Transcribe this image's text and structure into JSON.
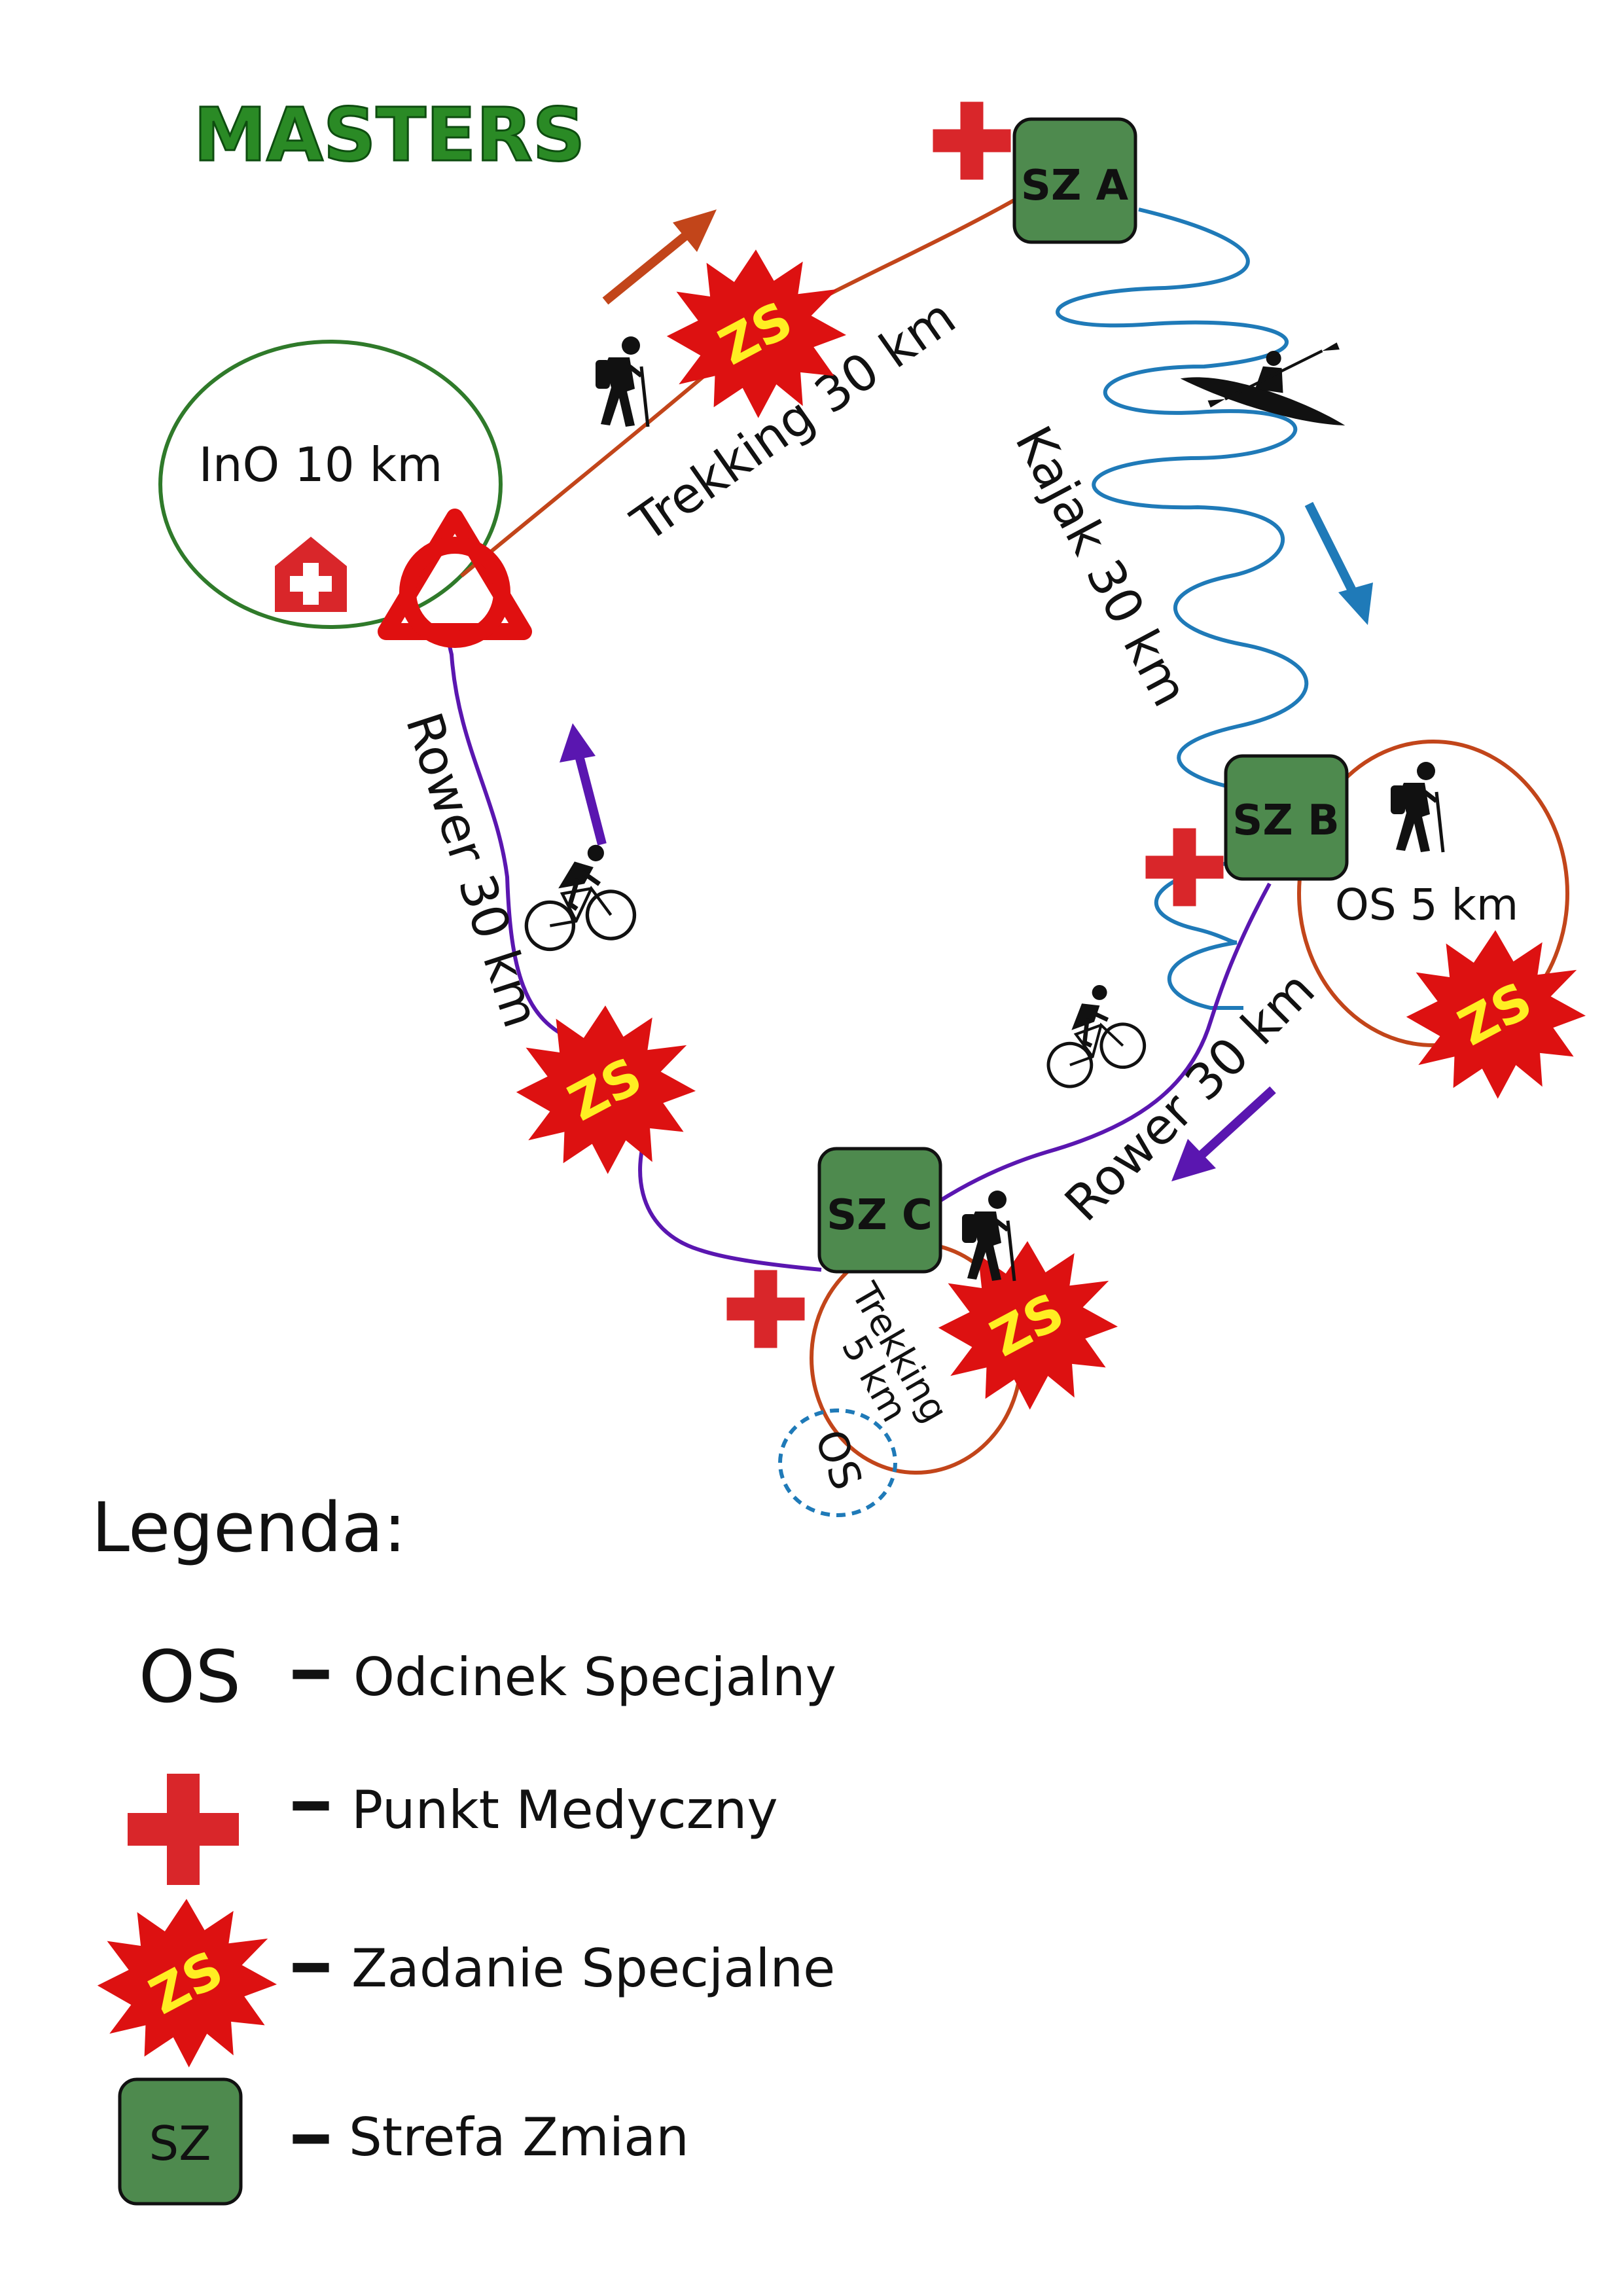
{
  "title": "MASTERS",
  "colors": {
    "title_green": "#2a8a25",
    "ino_loop": "#2f7a2a",
    "trekking": "#c2451a",
    "kayak": "#1f7ab8",
    "bike": "#5a16b0",
    "medical": "#d9262a",
    "zs_star": "#dd1111",
    "zs_text": "#ffee22",
    "sz_fill": "#4e8a4e",
    "os_dashed": "#1f7ab8"
  },
  "route": {
    "ino_label": "InO 10 km",
    "trekking_main": "Trekking 30 km",
    "kayak": "Kajak 30 km",
    "bike_right": "Rower 30 km",
    "bike_left": "Rower 30 km",
    "os_b": "OS 5 km",
    "trekking_c_line1": "Trekking",
    "trekking_c_line2": "5 km",
    "os_c": "OS"
  },
  "zones": {
    "a": "SZ A",
    "b": "SZ B",
    "c": "SZ C"
  },
  "zs_label": "ZS",
  "icons": [
    "start-triangle-icon",
    "medical-house-icon",
    "medical-cross-icon",
    "special-task-star-icon",
    "hiker-icon",
    "kayaker-icon",
    "cyclist-icon",
    "direction-arrow-icon"
  ],
  "legend": {
    "title": "Legenda:",
    "items": [
      {
        "symbol": "OS",
        "dash": "-",
        "label": "Odcinek Specjalny"
      },
      {
        "symbol": "",
        "dash": "-",
        "label": "Punkt Medyczny"
      },
      {
        "symbol": "ZS",
        "dash": "-",
        "label": "Zadanie Specjalne"
      },
      {
        "symbol": "SZ",
        "dash": "-",
        "label": "Strefa Zmian"
      }
    ]
  }
}
